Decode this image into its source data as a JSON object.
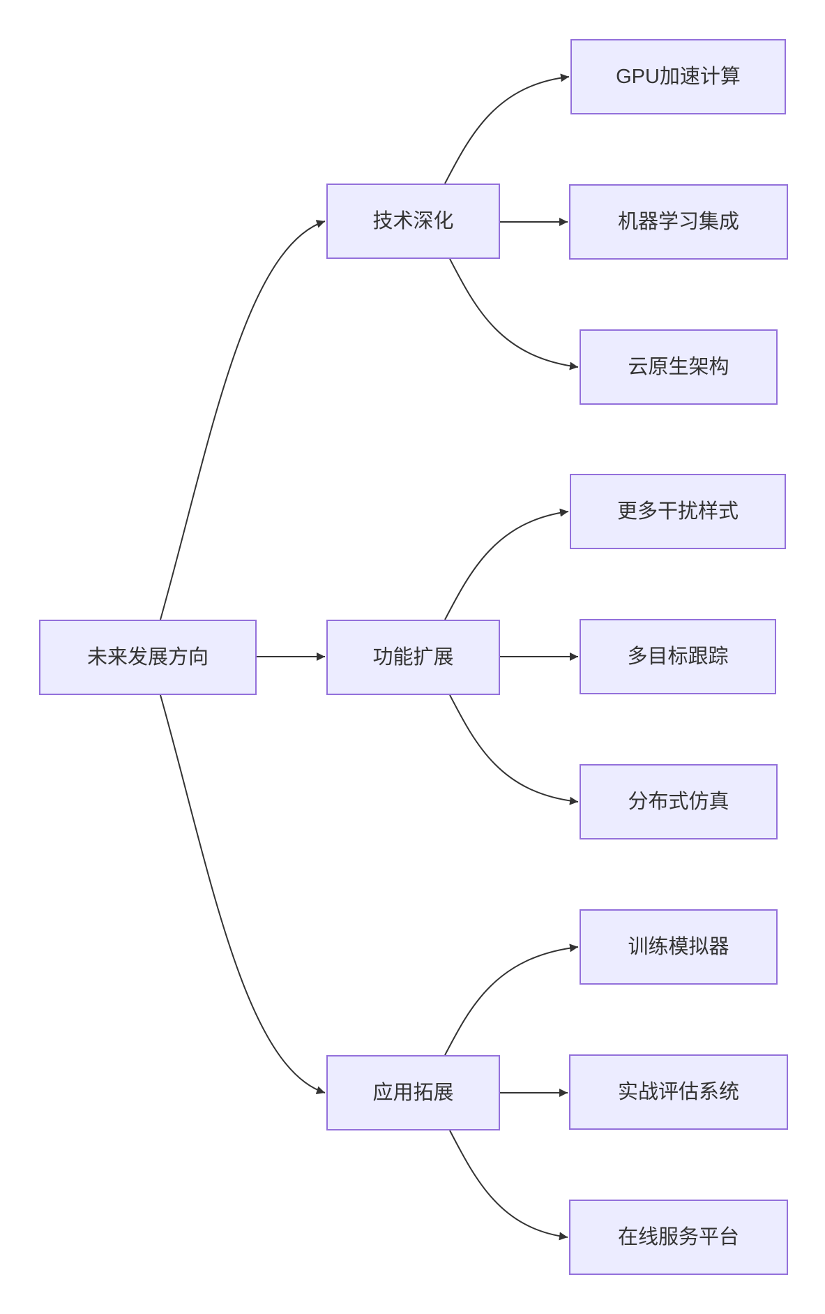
{
  "diagram": {
    "type": "flowchart",
    "direction": "left-to-right",
    "colors": {
      "node_fill": "#ECECFF",
      "node_border": "#9370DB",
      "edge_line": "#333333",
      "text": "#333333",
      "background": "#FFFFFF"
    },
    "nodes": [
      {
        "id": "root",
        "label": "未来发展方向"
      },
      {
        "id": "tech",
        "label": "技术深化"
      },
      {
        "id": "feature",
        "label": "功能扩展"
      },
      {
        "id": "app",
        "label": "应用拓展"
      },
      {
        "id": "gpu",
        "label": "GPU加速计算"
      },
      {
        "id": "ml",
        "label": "机器学习集成"
      },
      {
        "id": "cloud",
        "label": "云原生架构"
      },
      {
        "id": "jamming",
        "label": "更多干扰样式"
      },
      {
        "id": "multitarget",
        "label": "多目标跟踪"
      },
      {
        "id": "distributed",
        "label": "分布式仿真"
      },
      {
        "id": "trainer",
        "label": "训练模拟器"
      },
      {
        "id": "eval",
        "label": "实战评估系统"
      },
      {
        "id": "online",
        "label": "在线服务平台"
      }
    ],
    "edges": [
      {
        "from": "root",
        "to": "tech"
      },
      {
        "from": "root",
        "to": "feature"
      },
      {
        "from": "root",
        "to": "app"
      },
      {
        "from": "tech",
        "to": "gpu"
      },
      {
        "from": "tech",
        "to": "ml"
      },
      {
        "from": "tech",
        "to": "cloud"
      },
      {
        "from": "feature",
        "to": "jamming"
      },
      {
        "from": "feature",
        "to": "multitarget"
      },
      {
        "from": "feature",
        "to": "distributed"
      },
      {
        "from": "app",
        "to": "trainer"
      },
      {
        "from": "app",
        "to": "eval"
      },
      {
        "from": "app",
        "to": "online"
      }
    ]
  }
}
